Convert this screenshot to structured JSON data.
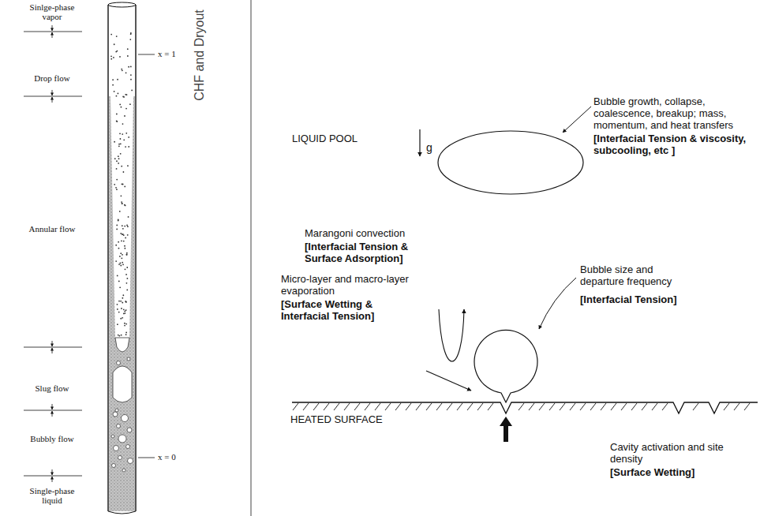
{
  "diagram": {
    "labels": [
      "Sinlge-phase vapor",
      "Drop flow",
      "Annular flow",
      "Slug flow",
      "Bubbly flow",
      "Single-phase liquid",
      "x = 1",
      "x = 0",
      "CHF and Dryout",
      "LIQUID POOL",
      "g",
      "Bubble growth, collapse, coalescence, breakup; mass, momentum, and heat transfers",
      "[Interfacial Tension & viscosity, subcooling, etc ]",
      "Marangoni convection",
      "[Interfacial Tension & Surface Adsorption]",
      "Micro-layer and macro-layer evaporation",
      "[Surface Wetting & Interfacial Tension]",
      "Bubble size and departure frequency",
      "[Interfacial Tension]",
      "HEATED SURFACE",
      "Cavity activation and site density",
      "[Surface Wetting]"
    ]
  }
}
